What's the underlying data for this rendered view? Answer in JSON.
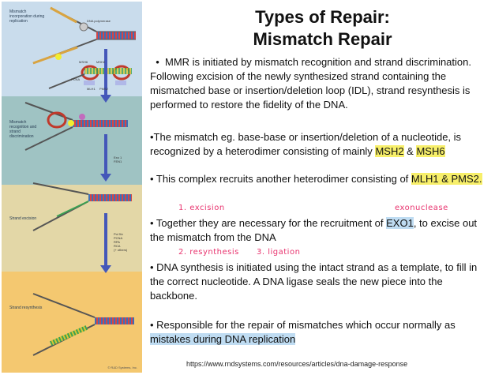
{
  "figure": {
    "stage_labels": [
      "Mismatch\nincorporation during\nreplication",
      "Mismatch\nrecognition and\nstrand\ndiscrimination",
      "Strand excision",
      "Strand resynthesis"
    ],
    "enzyme_labels": {
      "dna_polymerase": "DNA polymerase",
      "msh6": "MSH6",
      "msh2": "MSH2",
      "mlh1": "MLH1",
      "pms2": "PMS2",
      "pcna": "PCNA",
      "exo_fen": "Exo 1\nFEN1",
      "resynthesis_factors": "Pol δ/ε\nPCNA\nRPA\nRCA\n(+ others)"
    },
    "copyright": "© R&D Systems, Inc.",
    "colors": {
      "band1": "#c9dcec",
      "band2": "#9fc3c3",
      "band3": "#e3d7a7",
      "band4": "#f4c870",
      "arrow": "#4457b9"
    }
  },
  "title": {
    "line1": "Types of Repair:",
    "line2": "Mismatch Repair"
  },
  "paragraphs": {
    "p1": "MMR is initiated by mismatch recognition and strand discrimination. Following excision of the newly synthesized strand containing the mismatched base or insertion/deletion loop (IDL), strand resynthesis is performed to restore the fidelity of the DNA.",
    "p2_pre": "•The mismatch eg. base-base or insertion/deletion of a nucleotide, is recognized by a heterodimer consisting of mainly ",
    "p2_msh2": "MSH2",
    "p2_mid": " & ",
    "p2_msh6": "MSH6",
    "p3_pre": "• This complex recruits another heterodimer consisting of ",
    "p3_hl": "MLH1 & PMS2.",
    "p4_pre": "• Together they are necessary for the recruitment of ",
    "p4_exo": "EXO1",
    "p4_post": ", to excise out the mismatch from the DNA",
    "p5": "• DNA synthesis is initiated using the intact strand as a template, to fill in the correct nucleotide. A DNA ligase seals the new piece into the backbone.",
    "p6_pre": "• Responsible for the repair of mismatches which occur normally as ",
    "p6_hl": "mistakes during DNA replication"
  },
  "notes": {
    "excision": "1. excision",
    "exonuclease": "exonuclease",
    "resynthesis": "2. resynthesis",
    "ligation": "3. ligation"
  },
  "source": "https://www.rndsystems.com/resources/articles/dna-damage-response"
}
